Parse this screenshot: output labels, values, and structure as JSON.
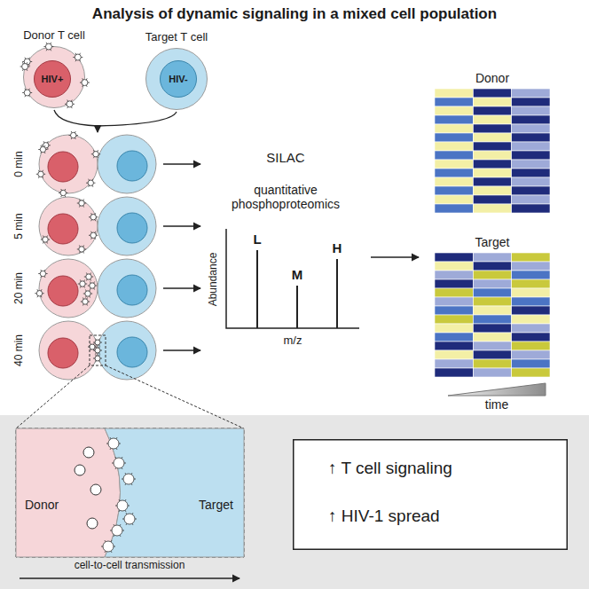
{
  "diagram": {
    "title": "Analysis of dynamic signaling in a mixed cell population",
    "nodes": [
      {
        "text": [
          "Donor T cell"
        ]
      },
      {
        "text": [
          "HIV+"
        ],
        "in": 0
      },
      {
        "text": [
          "Target T cell"
        ]
      },
      {
        "text": [
          "HIV-"
        ],
        "in": 2
      },
      {
        "text": [
          "Donor"
        ]
      },
      {
        "text": [
          "Target"
        ]
      },
      {
        "text": [
          "Donor"
        ]
      },
      {
        "text": [
          "Target"
        ]
      },
      {
        "text": [
          "↑ T cell signaling",
          "↑ HIV-1 spread"
        ]
      }
    ],
    "labels": [
      "0 min",
      "5 min",
      "20 min",
      "40 min",
      "SILAC",
      "quantitative phosphoproteomics",
      "L",
      "M",
      "H",
      "Abundance",
      "m/z",
      "time",
      "cell-to-cell transmission"
    ]
  }
}
